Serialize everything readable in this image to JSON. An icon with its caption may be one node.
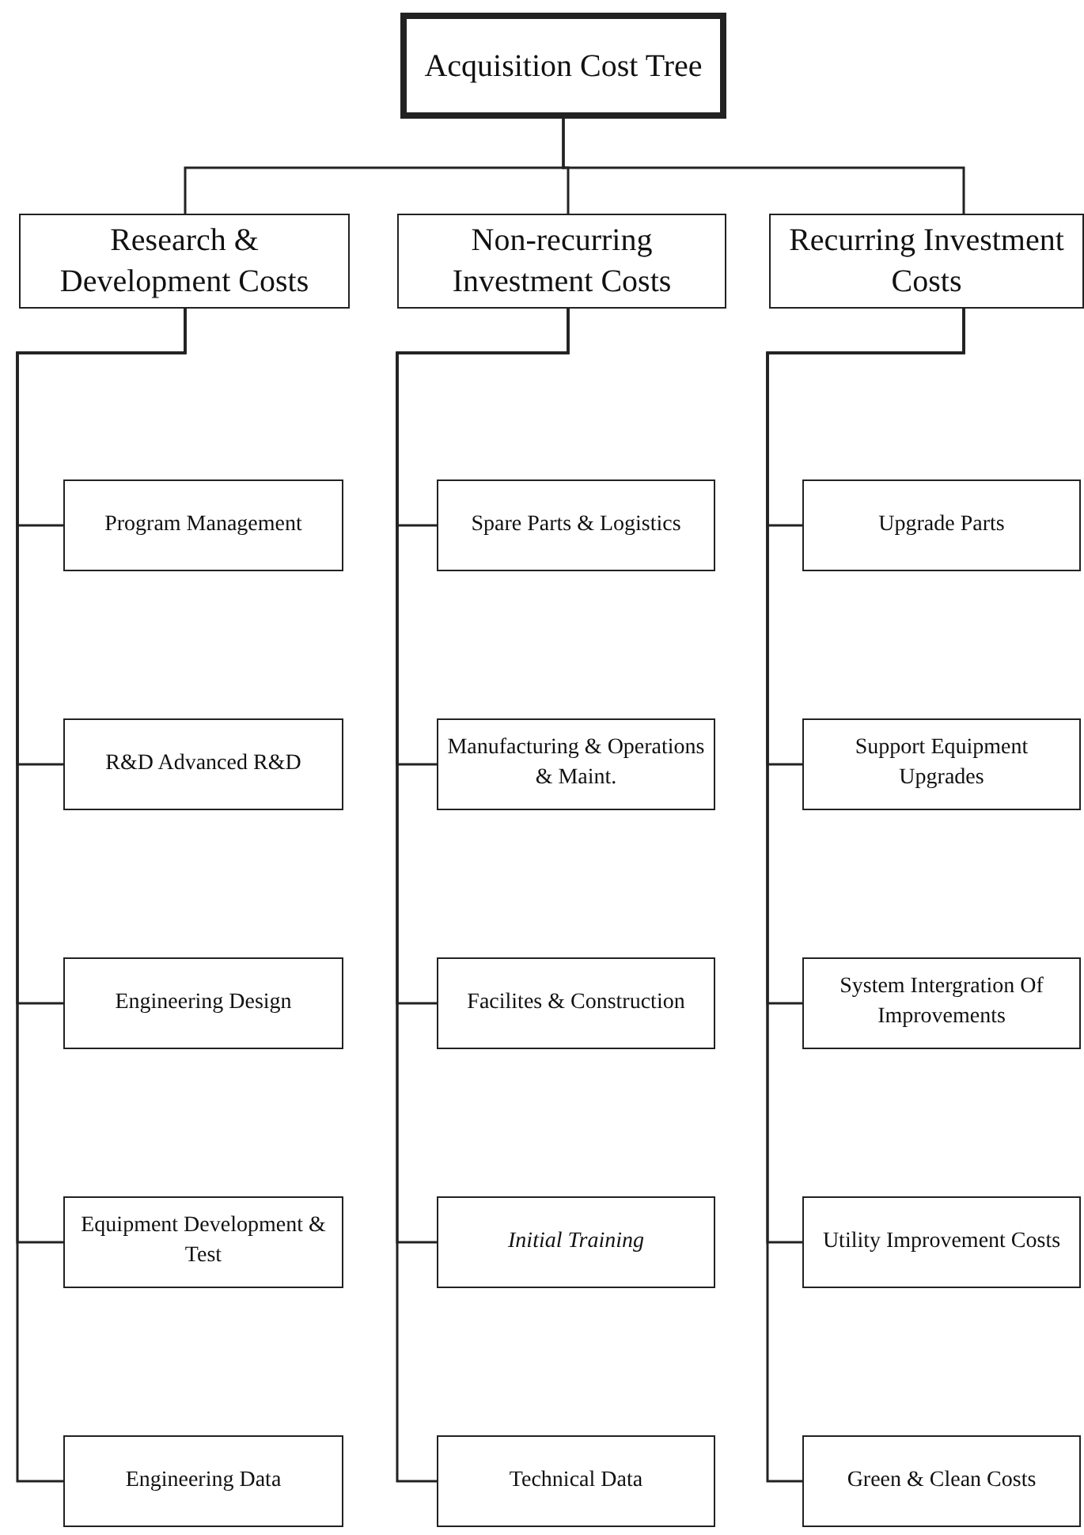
{
  "diagram": {
    "nodes": [
      {
        "text": [
          "Acquisition Cost Tree"
        ]
      },
      {
        "text": [
          "Research & Development Costs"
        ]
      },
      {
        "text": [
          "Non-recurring Investment Costs"
        ]
      },
      {
        "text": [
          "Recurring Investment Costs"
        ]
      },
      {
        "text": [
          "Program Management"
        ]
      },
      {
        "text": [
          "Spare Parts & Logistics"
        ]
      },
      {
        "text": [
          "Upgrade Parts"
        ]
      },
      {
        "text": [
          "R&D Advanced R&D"
        ]
      },
      {
        "text": [
          "Manufacturing & Operations & Maint."
        ]
      },
      {
        "text": [
          "Support Equipment Upgrades"
        ]
      },
      {
        "text": [
          "Engineering Design"
        ]
      },
      {
        "text": [
          "Facilites & Construction"
        ]
      },
      {
        "text": [
          "System Intergration Of Improvements"
        ]
      },
      {
        "text": [
          "Equipment Development & Test"
        ]
      },
      {
        "text": [
          "Initial Training"
        ]
      },
      {
        "text": [
          "Utility Improvement Costs"
        ]
      },
      {
        "text": [
          "Engineering Data"
        ]
      },
      {
        "text": [
          "Technical Data"
        ]
      },
      {
        "text": [
          "Green & Clean Costs"
        ]
      }
    ],
    "edges": [
      {
        "from": 0,
        "to": 1,
        "arrow": "none"
      },
      {
        "from": 0,
        "to": 2,
        "arrow": "none"
      },
      {
        "from": 0,
        "to": 3,
        "arrow": "none"
      },
      {
        "from": 1,
        "to": 4,
        "arrow": "none"
      },
      {
        "from": 1,
        "to": 7,
        "arrow": "none"
      },
      {
        "from": 1,
        "to": 10,
        "arrow": "none"
      },
      {
        "from": 1,
        "to": 13,
        "arrow": "none"
      },
      {
        "from": 1,
        "to": 16,
        "arrow": "none"
      },
      {
        "from": 2,
        "to": 5,
        "arrow": "none"
      },
      {
        "from": 2,
        "to": 8,
        "arrow": "none"
      },
      {
        "from": 2,
        "to": 11,
        "arrow": "none"
      },
      {
        "from": 2,
        "to": 14,
        "arrow": "none"
      },
      {
        "from": 2,
        "to": 17,
        "arrow": "none"
      },
      {
        "from": 3,
        "to": 6,
        "arrow": "none"
      },
      {
        "from": 3,
        "to": 9,
        "arrow": "none"
      },
      {
        "from": 3,
        "to": 12,
        "arrow": "none"
      },
      {
        "from": 3,
        "to": 15,
        "arrow": "none"
      },
      {
        "from": 3,
        "to": 18,
        "arrow": "none"
      }
    ]
  }
}
